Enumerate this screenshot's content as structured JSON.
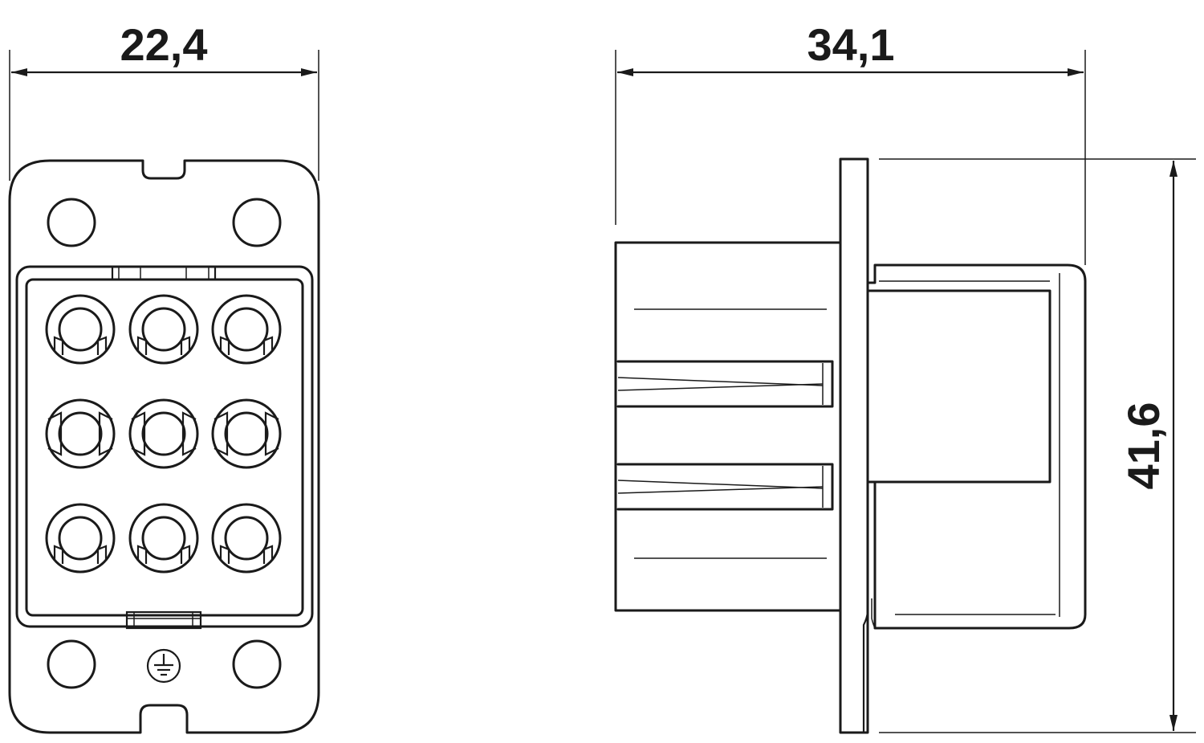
{
  "dimensions": {
    "front_width": "22,4",
    "side_depth": "34,1",
    "side_height": "41,6"
  },
  "contacts": {
    "rows": 3,
    "columns": 3
  },
  "symbols": {
    "ground": "protective-earth-icon"
  },
  "colors": {
    "line": "#1a1a1a",
    "background": "#ffffff"
  }
}
